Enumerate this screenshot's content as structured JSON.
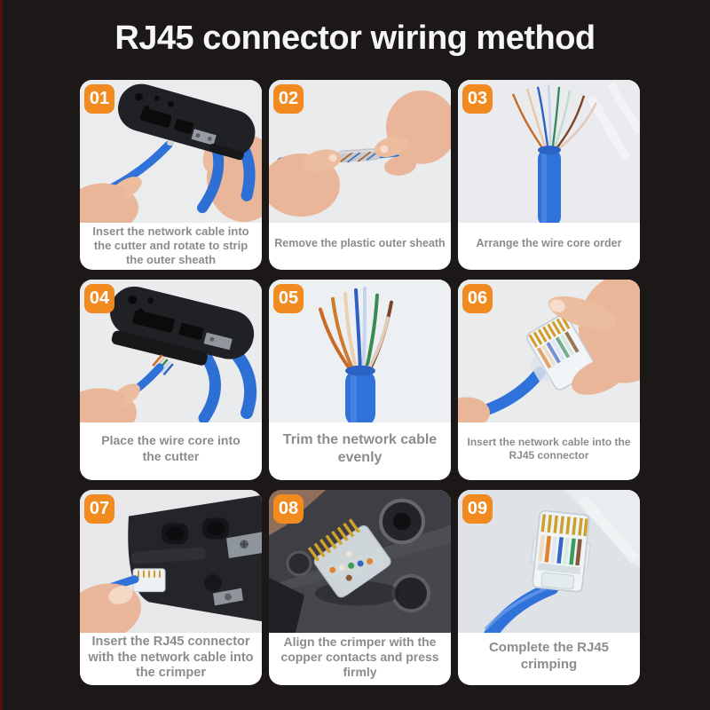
{
  "page": {
    "title": "RJ45 connector wiring method"
  },
  "steps": [
    {
      "number": "01",
      "caption": "Insert the network cable into the cutter and rotate to strip the outer sheath",
      "illustration": "crimper-tool-stripping-blue-cable-photo"
    },
    {
      "number": "02",
      "caption": "Remove the plastic outer sheath",
      "illustration": "hands-removing-outer-sheath-photo"
    },
    {
      "number": "03",
      "caption": "Arrange the wire core order",
      "illustration": "fanned-wire-cores-photo"
    },
    {
      "number": "04",
      "caption": "Place the wire core into the cutter",
      "illustration": "wire-cores-in-cutter-photo"
    },
    {
      "number": "05",
      "caption": "Trim the network cable evenly",
      "illustration": "trimmed-wire-bundle-photo"
    },
    {
      "number": "06",
      "caption": "Insert the network cable into the RJ45 connector",
      "illustration": "cable-into-rj45-connector-photo"
    },
    {
      "number": "07",
      "caption": "Insert the RJ45 connector with the network cable into the crimper",
      "illustration": "rj45-in-crimper-photo"
    },
    {
      "number": "08",
      "caption": "Align the crimper with the copper contacts and press firmly",
      "illustration": "crimper-copper-contacts-closeup-photo"
    },
    {
      "number": "09",
      "caption": "Complete the RJ45 crimping",
      "illustration": "finished-rj45-plug-photo"
    }
  ],
  "colors": {
    "background": "#1b1817",
    "left_edge_stripe": "#551110",
    "badge_orange": "#f18a1f",
    "badge_text": "#ffffff",
    "title_text": "#f6f6f6",
    "caption_text": "#8c8c8c",
    "card_background": "#ffffff",
    "cable_blue": "#2f72d9"
  }
}
